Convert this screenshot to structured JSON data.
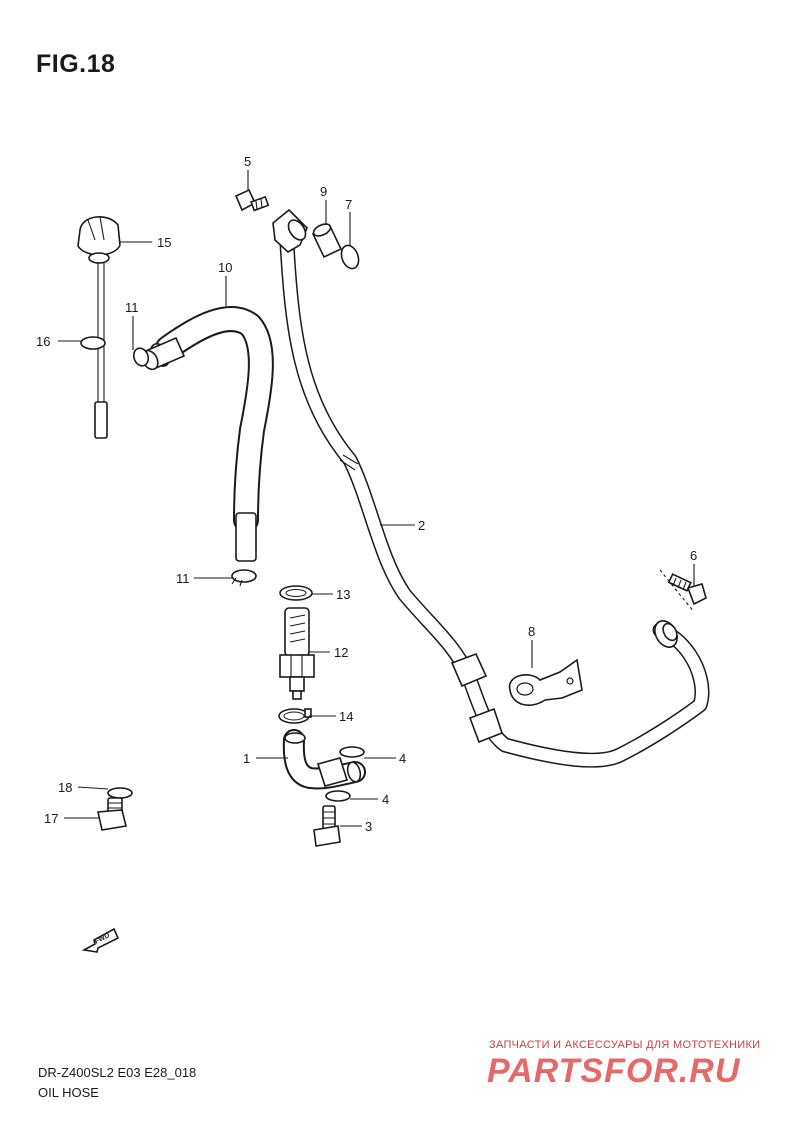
{
  "figure": {
    "title": "FIG.18"
  },
  "labels": {
    "p1": "1",
    "p2": "2",
    "p3": "3",
    "p4a": "4",
    "p4b": "4",
    "p5": "5",
    "p6": "6",
    "p7": "7",
    "p8": "8",
    "p9": "9",
    "p10": "10",
    "p11a": "11",
    "p11b": "11",
    "p12": "12",
    "p13": "13",
    "p14": "14",
    "p15": "15",
    "p16": "16",
    "p17": "17",
    "p18": "18"
  },
  "fwd_icon": {
    "text": "FWD",
    "icon": "fwd-arrow-icon"
  },
  "footer": {
    "model": "DR-Z400SL2 E03 E28_018",
    "name": "OIL HOSE"
  },
  "watermark": {
    "line1": "ЗАПЧАСТИ И АКСЕССУАРЫ ДЛЯ МОТОТЕХНИКИ",
    "line2": "PARTSFOR.RU"
  }
}
